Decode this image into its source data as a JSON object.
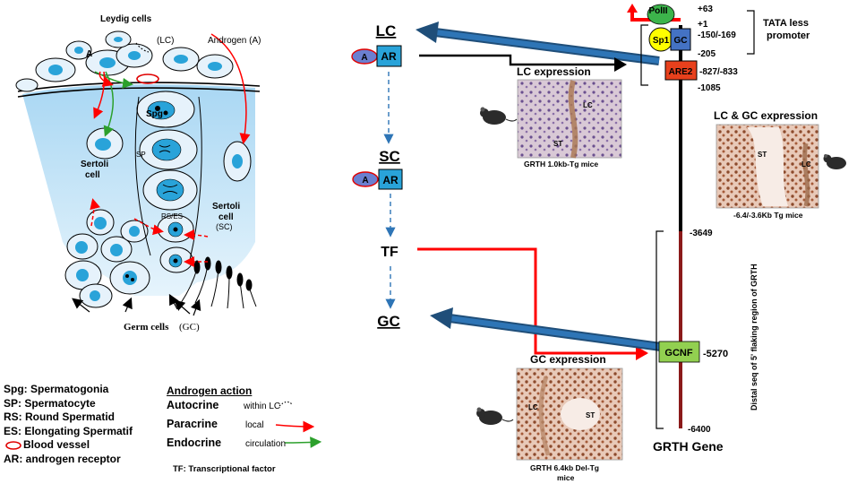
{
  "left_panel": {
    "leydig_label": "Leydig cells",
    "lc_label": "(LC)",
    "a_label": "A",
    "androgen_label": "Androgen (A)",
    "spg_label": "Spg",
    "sp_label": "SP",
    "sertoli_left_1": "Sertoli",
    "sertoli_left_2": "cell",
    "sertoli_right_1": "Sertoli",
    "sertoli_right_2": "cell",
    "sertoli_right_3": "(SC)",
    "rses_label": "RS/ES",
    "germ_label": "Germ cells",
    "gc_label": "(GC)"
  },
  "legend": {
    "items": [
      "Spg: Spermatogonia",
      "SP: Spermatocyte",
      "RS: Round Spermatid",
      "ES: Elongating Spermatif",
      "Blood vessel",
      "AR: androgen receptor"
    ]
  },
  "androgen_action": {
    "title": "Androgen action",
    "rows": [
      {
        "name": "Autocrine",
        "desc": "within LC"
      },
      {
        "name": "Paracrine",
        "desc": "local"
      },
      {
        "name": "Endocrine",
        "desc": "circulation"
      }
    ],
    "tf_note": "TF: Transcriptional factor"
  },
  "pathway": {
    "lc": "LC",
    "sc": "SC",
    "tf": "TF",
    "gc": "GC",
    "a1": "A",
    "ar1": "AR",
    "a2": "A",
    "ar2": "AR",
    "lc_expression": "LC expression",
    "gc_expression": "GC expression",
    "caption_1kb": "GRTH 1.0kb-Tg mice",
    "caption_64kb_1": "GRTH 6.4kb Del-Tg",
    "caption_64kb_2": "mice",
    "caption_36kb": "-6.4/-3.6Kb Tg mice",
    "lc_gc_expression": "LC & GC expression",
    "img_lc": "LC",
    "img_st": "ST"
  },
  "gene": {
    "polii": "PolII",
    "sp1": "Sp1",
    "gc_box": "GC",
    "are2": "ARE2",
    "gcnf": "GCNF",
    "tata_1": "TATA less",
    "tata_2": "promoter",
    "gene_label": "GRTH Gene",
    "distal_label": "Distal seq of 5' flaking region of GRTH",
    "positions": [
      "+63",
      "+1",
      "-150/-169",
      "-205",
      "-827/-833",
      "-1085",
      "-3649",
      "-5270",
      "-6400"
    ]
  },
  "colors": {
    "cell_fill": "#e6f2fb",
    "nucleus": "#29a3d9",
    "sertoli_fill": "#bfe0f5",
    "ar_box": "#29a3d9",
    "a_oval": "#6b7fd0",
    "gc_box": "#4472c4",
    "sp1": "#ffff00",
    "polii": "#3cb44b",
    "are2": "#e8401c",
    "gcnf": "#92d050",
    "blue_arrow": "#1f4e79",
    "red_arrow": "#ff0000",
    "dark_red_line": "#8b1a1a"
  }
}
